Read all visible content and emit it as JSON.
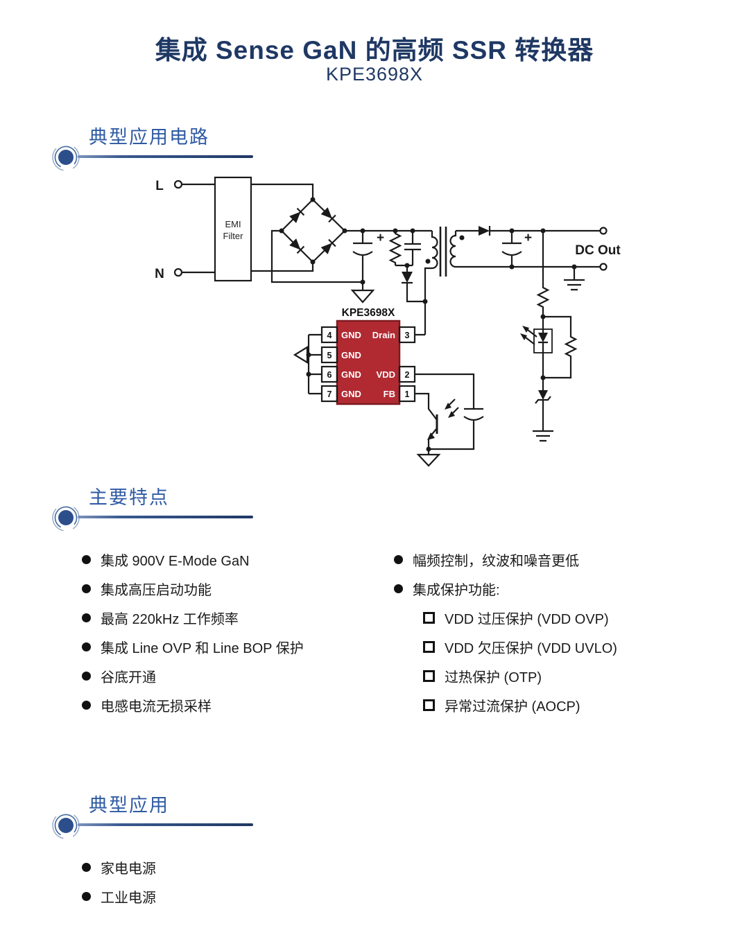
{
  "header": {
    "title": "集成 Sense GaN 的高频 SSR 转换器",
    "part_number": "KPE3698X"
  },
  "sections": {
    "circuit_heading": "典型应用电路",
    "features_heading": "主要特点",
    "applications_heading": "典型应用"
  },
  "circuit": {
    "labels": {
      "live": "L",
      "neutral": "N",
      "emi_line1": "EMI",
      "emi_line2": "Filter",
      "dc_out": "DC Out",
      "chip_title": "KPE3698X"
    },
    "chip": {
      "body_color": "#b12a32",
      "left_pins": [
        {
          "number": "4",
          "name": "GND"
        },
        {
          "number": "5",
          "name": "GND"
        },
        {
          "number": "6",
          "name": "GND"
        },
        {
          "number": "7",
          "name": "GND"
        }
      ],
      "right_pins": [
        {
          "number": "3",
          "name": "Drain"
        },
        {
          "number": "2",
          "name": "VDD"
        },
        {
          "number": "1",
          "name": "FB"
        }
      ]
    }
  },
  "features": {
    "left": [
      {
        "marker": "dot",
        "text": "集成 900V E-Mode GaN"
      },
      {
        "marker": "dot",
        "text": "集成高压启动功能"
      },
      {
        "marker": "dot",
        "text": "最高 220kHz 工作频率"
      },
      {
        "marker": "dot",
        "text": "集成 Line OVP 和 Line BOP 保护"
      },
      {
        "marker": "dot",
        "text": "谷底开通"
      },
      {
        "marker": "dot",
        "text": "电感电流无损采样"
      }
    ],
    "right": [
      {
        "marker": "dot",
        "text": "幅频控制，纹波和噪音更低"
      },
      {
        "marker": "dot",
        "text": "集成保护功能:"
      },
      {
        "marker": "square",
        "text": "VDD 过压保护 (VDD OVP)"
      },
      {
        "marker": "square",
        "text": "VDD 欠压保护 (VDD UVLO)"
      },
      {
        "marker": "square",
        "text": "过热保护 (OTP)"
      },
      {
        "marker": "square",
        "text": "异常过流保护 (AOCP)"
      }
    ]
  },
  "applications": [
    {
      "marker": "dot",
      "text": "家电电源"
    },
    {
      "marker": "dot",
      "text": "工业电源"
    }
  ],
  "colors": {
    "title_navy": "#1f3864",
    "heading_blue": "#2e5aa3",
    "chip_red": "#b12a32",
    "circuit_ink": "#1a1a1a"
  }
}
